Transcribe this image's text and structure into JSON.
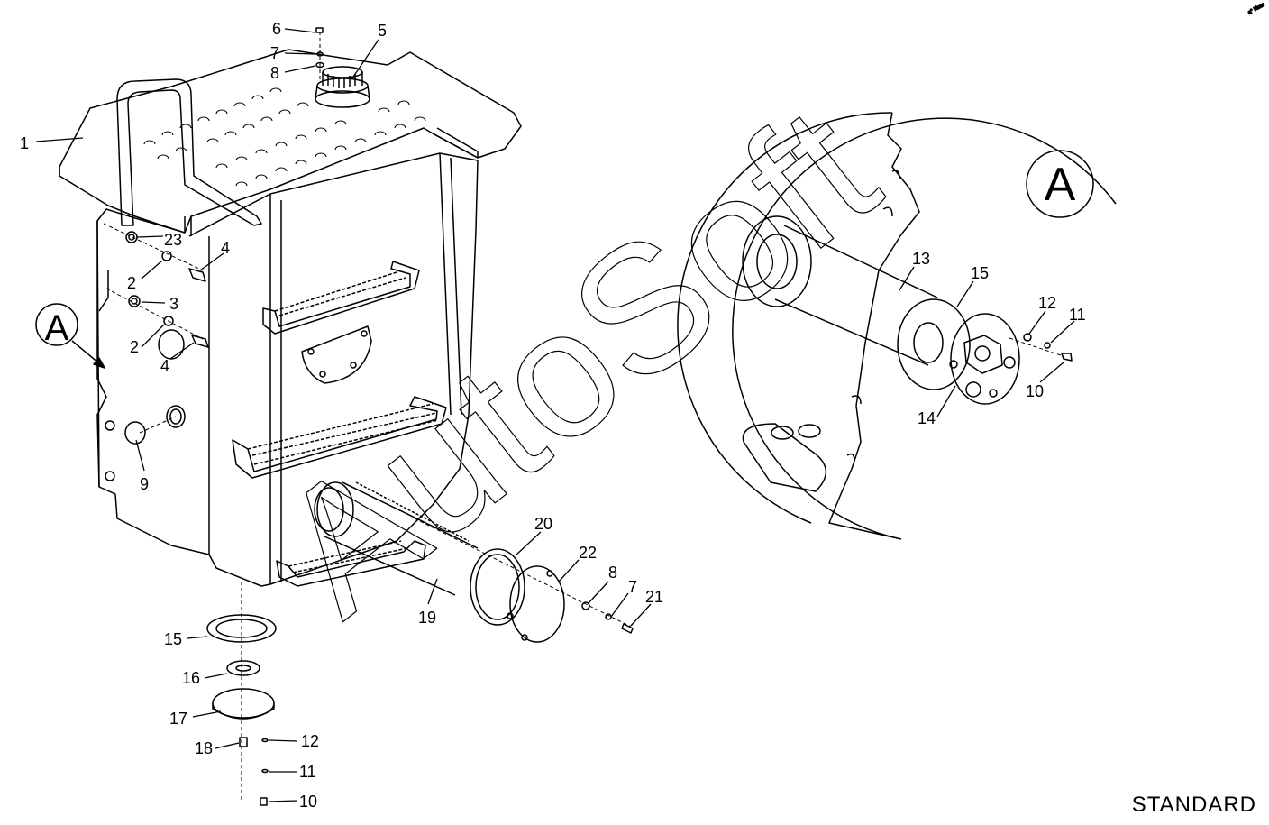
{
  "caption": "STANDARD",
  "watermark": "AutoSoft",
  "corner_mark": "a° Note",
  "detail_marker": "A",
  "callouts": [
    {
      "id": "c1",
      "text": "1"
    },
    {
      "id": "c6",
      "text": "6"
    },
    {
      "id": "c7a",
      "text": "7"
    },
    {
      "id": "c8a",
      "text": "8"
    },
    {
      "id": "c5",
      "text": "5"
    },
    {
      "id": "c23",
      "text": "23"
    },
    {
      "id": "c4a",
      "text": "4"
    },
    {
      "id": "c2a",
      "text": "2"
    },
    {
      "id": "c3",
      "text": "3"
    },
    {
      "id": "c2b",
      "text": "2"
    },
    {
      "id": "c4b",
      "text": "4"
    },
    {
      "id": "c9",
      "text": "9"
    },
    {
      "id": "c20",
      "text": "20"
    },
    {
      "id": "c22",
      "text": "22"
    },
    {
      "id": "c8b",
      "text": "8"
    },
    {
      "id": "c7b",
      "text": "7"
    },
    {
      "id": "c21",
      "text": "21"
    },
    {
      "id": "c19",
      "text": "19"
    },
    {
      "id": "c15a",
      "text": "15"
    },
    {
      "id": "c16",
      "text": "16"
    },
    {
      "id": "c17",
      "text": "17"
    },
    {
      "id": "c18",
      "text": "18"
    },
    {
      "id": "c12a",
      "text": "12"
    },
    {
      "id": "c11a",
      "text": "11"
    },
    {
      "id": "c10a",
      "text": "10"
    },
    {
      "id": "c13",
      "text": "13"
    },
    {
      "id": "c15b",
      "text": "15"
    },
    {
      "id": "c12b",
      "text": "12"
    },
    {
      "id": "c11b",
      "text": "11"
    },
    {
      "id": "c10b",
      "text": "10"
    },
    {
      "id": "c14",
      "text": "14"
    }
  ]
}
